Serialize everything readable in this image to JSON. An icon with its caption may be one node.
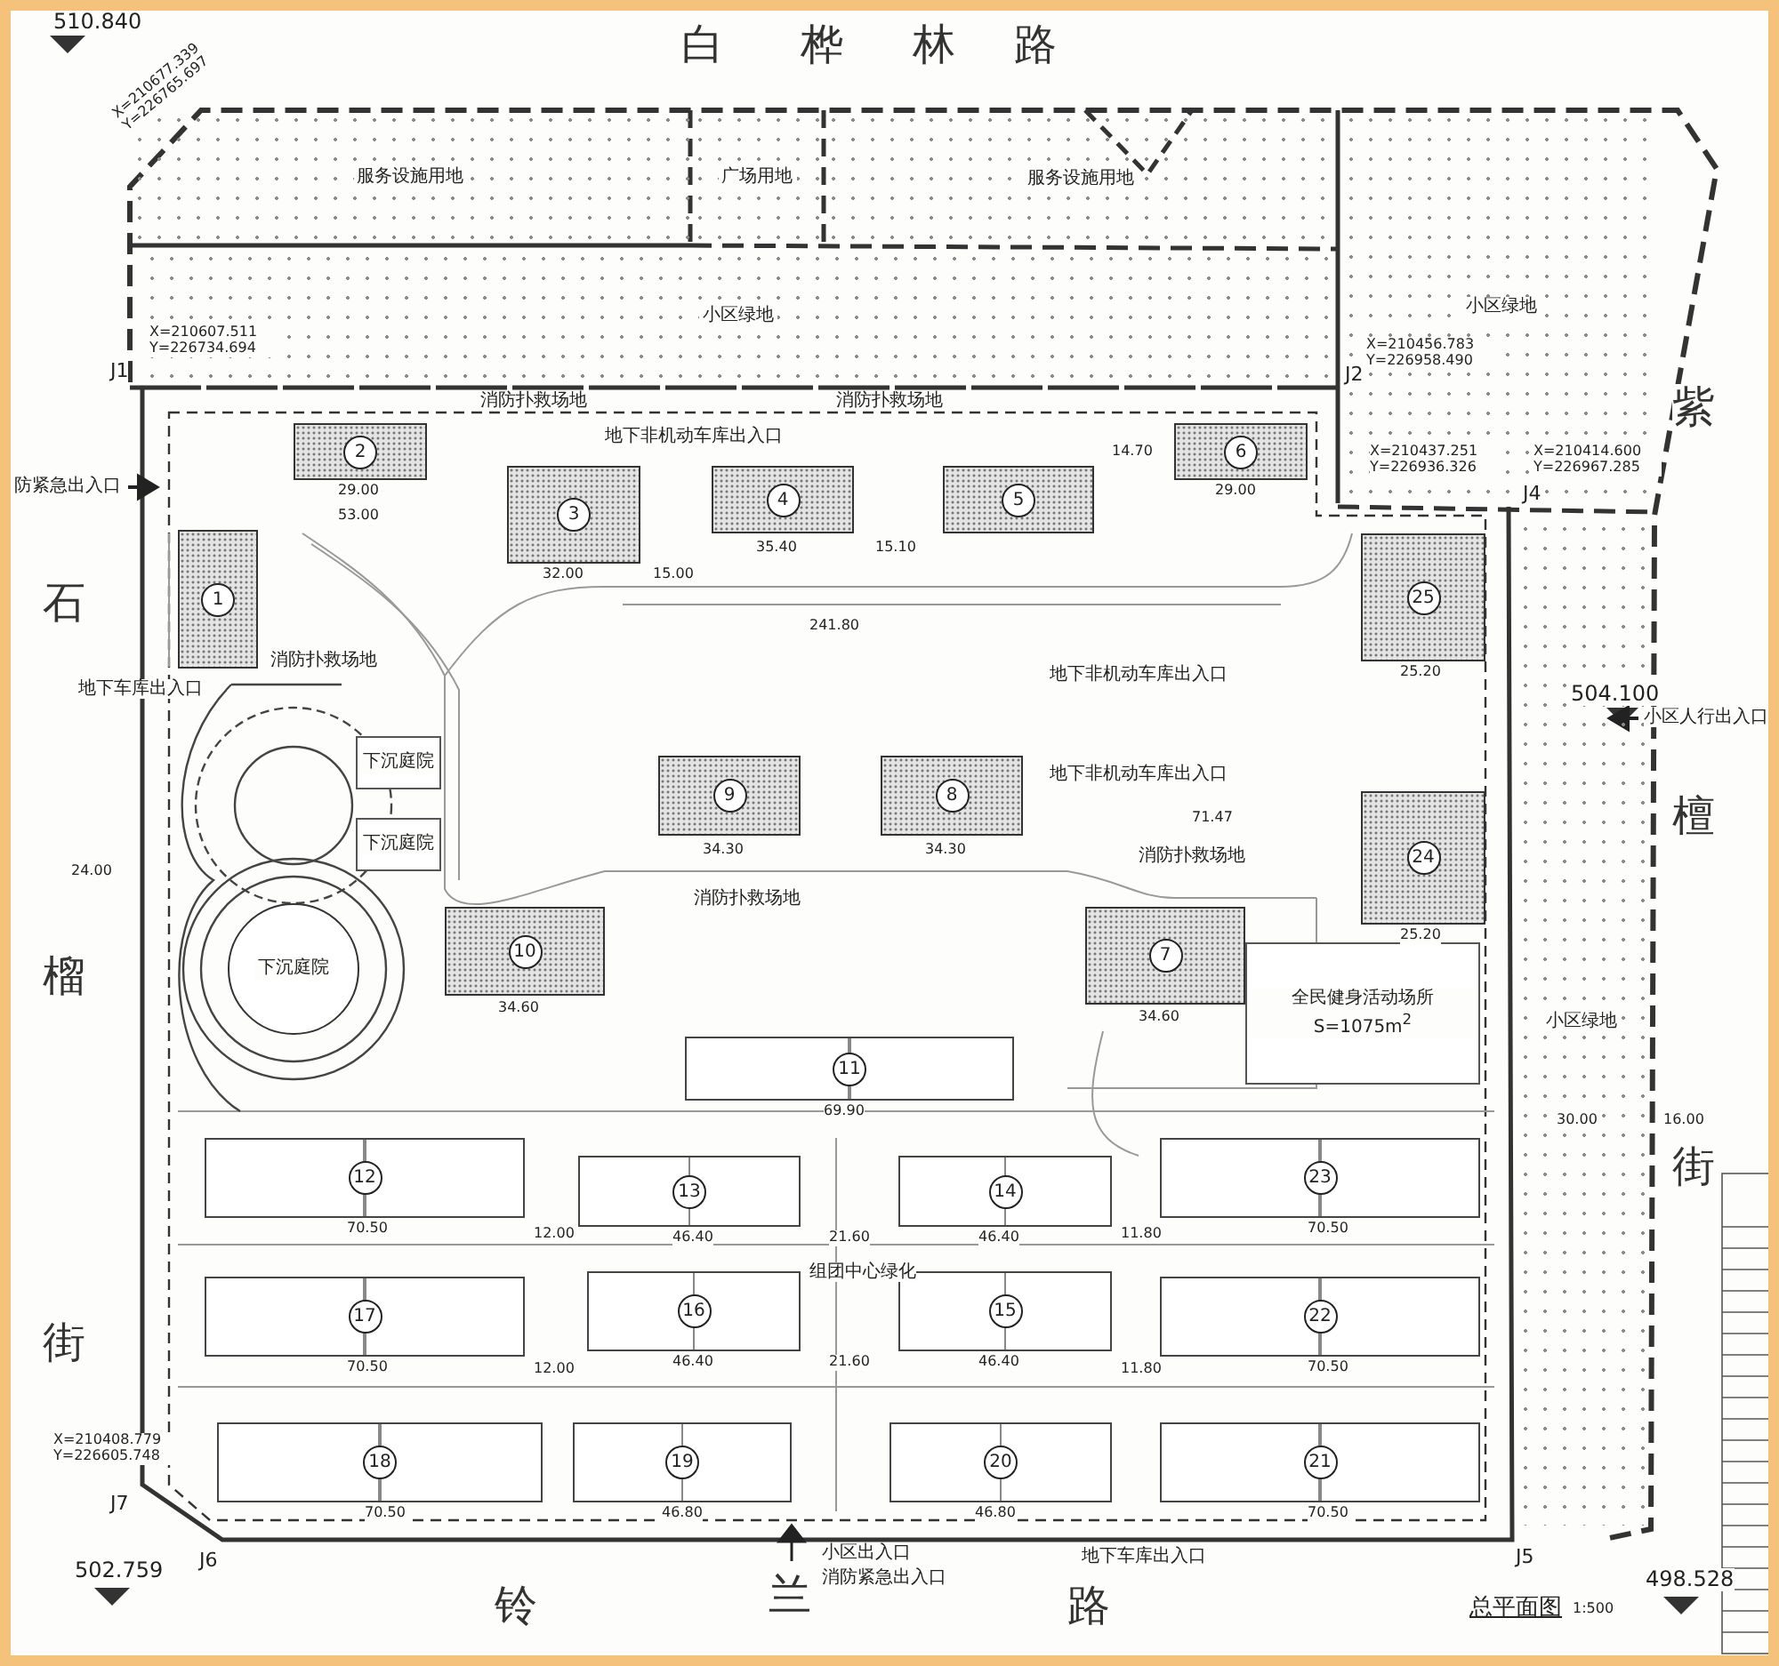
{
  "diagram": {
    "nodes": [
      {
        "text": [
          "服务设施用地"
        ]
      },
      {
        "text": [
          "广场用地"
        ]
      },
      {
        "text": [
          "服务设施用地"
        ]
      },
      {
        "text": [
          "小区绿地"
        ]
      },
      {
        "text": [
          "小区绿地"
        ]
      },
      {
        "text": [
          "小区绿地"
        ]
      },
      {
        "text": [
          "全民健身活动场所S=1075m$^{2}$"
        ]
      },
      {
        "text": [
          "下沉庭院"
        ]
      },
      {
        "text": [
          "下沉庭院"
        ]
      },
      {
        "text": [
          "下沉庭院"
        ]
      },
      {
        "text": [
          "2"
        ]
      },
      {
        "text": [
          "3"
        ]
      },
      {
        "text": [
          "4"
        ]
      },
      {
        "text": [
          "5"
        ]
      },
      {
        "text": [
          "6"
        ]
      },
      {
        "text": [
          "1"
        ]
      },
      {
        "text": [
          "25"
        ]
      },
      {
        "text": [
          "9"
        ]
      },
      {
        "text": [
          "8"
        ]
      },
      {
        "text": [
          "24"
        ]
      },
      {
        "text": [
          "10"
        ]
      },
      {
        "text": [
          "7"
        ]
      },
      {
        "text": [
          "11"
        ]
      },
      {
        "text": [
          "12"
        ]
      },
      {
        "text": [
          "13"
        ]
      },
      {
        "text": [
          "14"
        ]
      },
      {
        "text": [
          "23"
        ]
      },
      {
        "text": [
          "17"
        ]
      },
      {
        "text": [
          "16"
        ]
      },
      {
        "text": [
          "15"
        ]
      },
      {
        "text": [
          "22"
        ]
      },
      {
        "text": [
          "18"
        ]
      },
      {
        "text": [
          "19"
        ]
      },
      {
        "text": [
          "20"
        ]
      },
      {
        "text": [
          "21"
        ]
      }
    ],
    "labels": [
      "白",
      "桦",
      "林",
      "路",
      "石",
      "榴",
      "街",
      "紫",
      "檀",
      "街",
      "铃",
      "兰",
      "路",
      "510.840",
      "X=210677.339 Y=226765.697",
      "504.100",
      "502.759",
      "498.528",
      "X=210607.511 Y=226734.694",
      "J1",
      "J2",
      "X=210456.783 Y=226958.490",
      "J4",
      "X=210437.251 Y=226936.326",
      "X=210414.600 Y=226967.285",
      "J7",
      "X=210408.779 Y=226605.748",
      "J6",
      "J5",
      "小区人行出入口",
      "小区出入口",
      "消防紧急出入口",
      "防紧急出入口",
      "地下车库出入口",
      "地下车库出入口",
      "地下非机动车库出入口",
      "地下非机动车库出入口",
      "地下非机动车库出入口",
      "消防扑救场地",
      "消防扑救场地",
      "消防扑救场地",
      "消防扑救场地",
      "消防扑救场地",
      "组团中心绿化",
      "241.80",
      "53.00",
      "29.00",
      "29.00",
      "32.00",
      "15.00",
      "35.40",
      "15.10",
      "14.70",
      "34.30",
      "34.30",
      "34.60",
      "34.60",
      "71.47",
      "25.20",
      "25.20",
      "69.90",
      "70.50",
      "70.50",
      "70.50",
      "70.50",
      "70.50",
      "70.50",
      "46.40",
      "46.40",
      "46.40",
      "46.40",
      "46.80",
      "46.80",
      "21.60",
      "21.60",
      "12.00",
      "12.00",
      "11.80",
      "11.80",
      "30.00",
      "16.00",
      "24.00",
      "总平面图",
      "1:500"
    ]
  }
}
